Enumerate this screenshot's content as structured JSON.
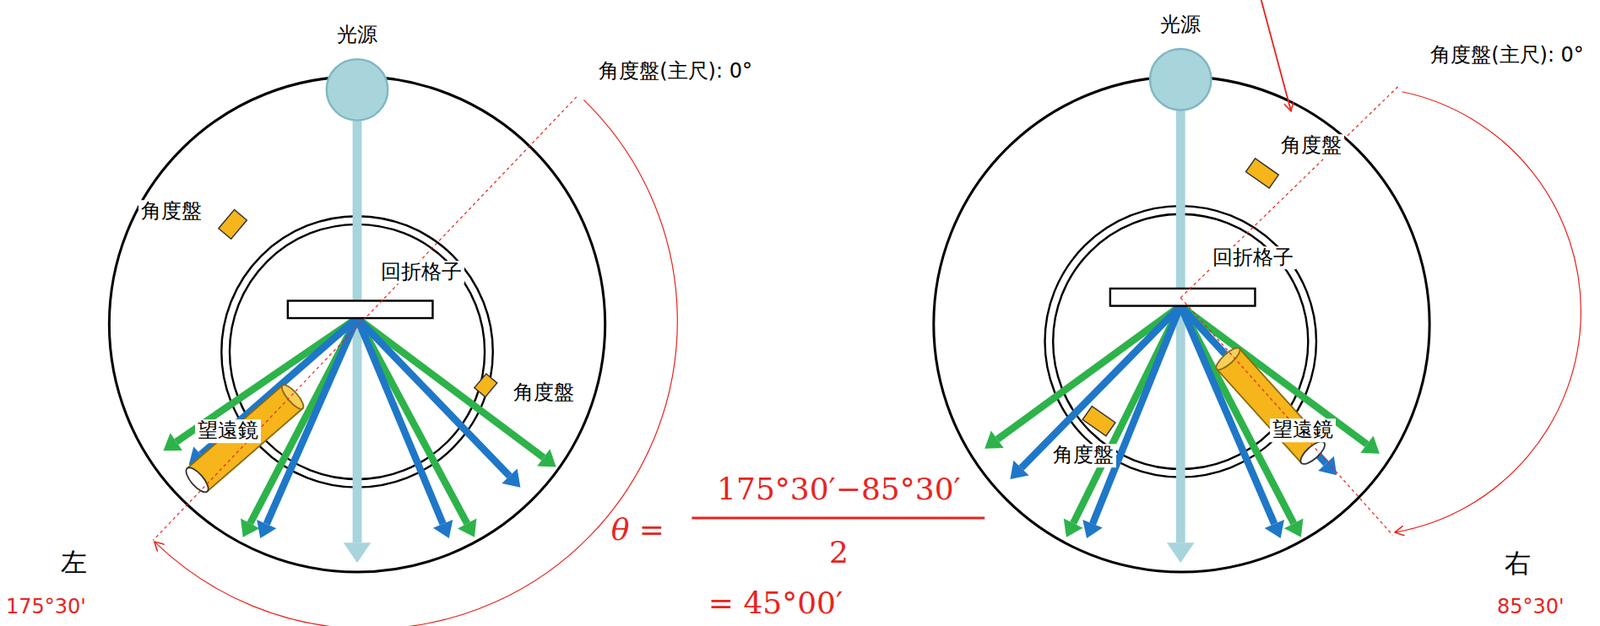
{
  "diagram": {
    "labels": [
      "光源",
      "角度盤(主尺): 0°",
      "角度盤",
      "回折格子",
      "角度盤",
      "望遠鏡",
      "左",
      "175°30'",
      "光源",
      "角度盤(主尺): 0°",
      "角度盤",
      "回折格子",
      "角度盤",
      "望遠鏡",
      "右",
      "85°30'",
      "θ =",
      "175°30′−85°30′",
      "2",
      "= 45°00′"
    ]
  }
}
